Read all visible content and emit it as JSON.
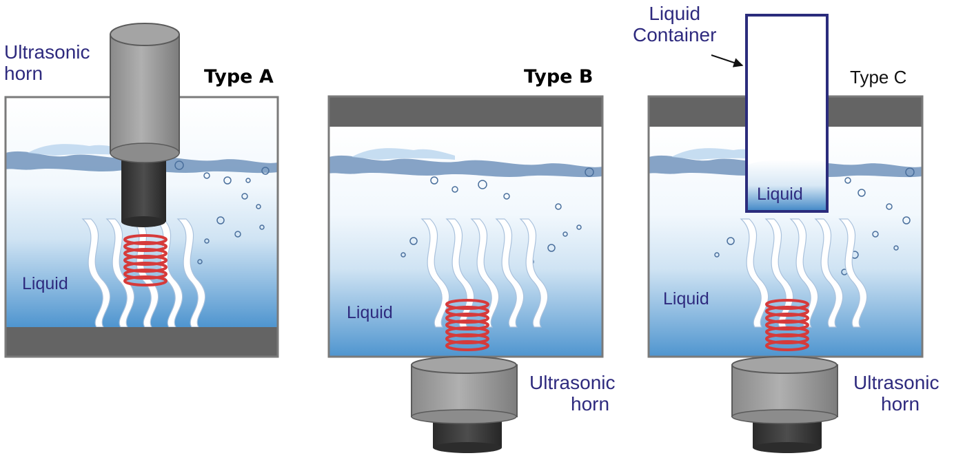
{
  "panels": {
    "a": {
      "type_label": "Type A",
      "horn_label": [
        "Ultrasonic",
        "horn"
      ],
      "liquid_label": "Liquid"
    },
    "b": {
      "type_label": "Type B",
      "horn_label": [
        "Ultrasonic",
        "horn"
      ],
      "liquid_label": "Liquid"
    },
    "c": {
      "type_label": "Type C",
      "horn_label": [
        "Ultrasonic",
        "horn"
      ],
      "liquid_label": "Liquid",
      "container_label": [
        "Liquid",
        "Container"
      ],
      "container_liquid_label": "Liquid"
    }
  },
  "colors": {
    "label_text": "#2e2a7e",
    "tank_frame": "#646464",
    "tank_border": "#7a7a7a",
    "horn_metal": "#9b9b9b",
    "horn_tip": "#3a3a3a",
    "vibration_rings": "#d63a3a",
    "water_light": "#ffffff",
    "water_deep": "#4f95cf",
    "container_outline": "#2b2c7c"
  }
}
